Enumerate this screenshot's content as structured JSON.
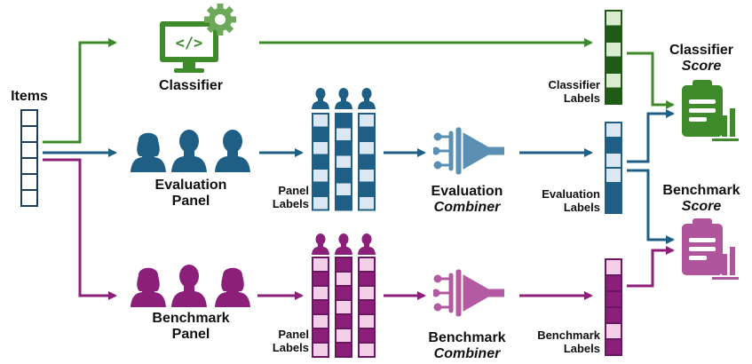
{
  "labels": {
    "items": "Items",
    "classifier": "Classifier",
    "evaluation_panel_1": "Evaluation",
    "evaluation_panel_2": "Panel",
    "benchmark_panel_1": "Benchmark",
    "benchmark_panel_2": "Panel",
    "panel_labels_1": "Panel",
    "panel_labels_2": "Labels",
    "eval_combiner_1": "Evaluation",
    "eval_combiner_2": "Combiner",
    "bench_combiner_1": "Benchmark",
    "bench_combiner_2": "Combiner",
    "classifier_labels_1": "Classifier",
    "classifier_labels_2": "Labels",
    "evaluation_labels_1": "Evaluation",
    "evaluation_labels_2": "Labels",
    "benchmark_labels_1": "Benchmark",
    "benchmark_labels_2": "Labels",
    "classifier_score_1": "Classifier",
    "classifier_score_2": "Score",
    "benchmark_score_1": "Benchmark",
    "benchmark_score_2": "Score"
  },
  "colors": {
    "green": "#3f8a2b",
    "green_dark": "#1f5a16",
    "green_light": "#d9ecd0",
    "blue": "#1f5f86",
    "blue_light": "#dbe8f4",
    "purple": "#8b1f7a",
    "purple_dark": "#6a1660",
    "purple_light": "#f3cfe8",
    "items_stroke": "#1d3f5c"
  },
  "icons": [
    "monitor-code-gear-icon",
    "person-silhouette-icon",
    "funnel-combiner-icon",
    "clipboard-chart-icon"
  ]
}
